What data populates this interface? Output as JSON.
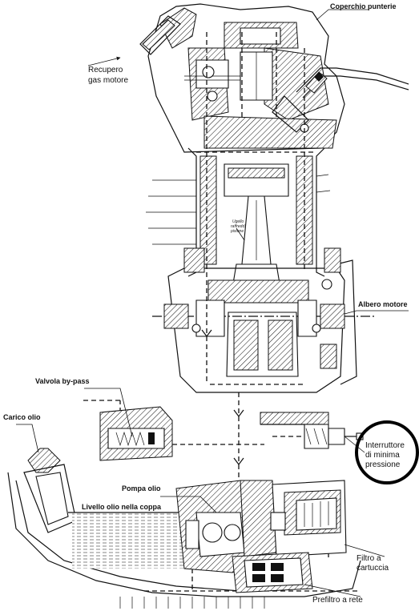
{
  "labels": {
    "coperchio": "Coperchio punterie",
    "recupero_1": "Recupero",
    "recupero_2": "gas motore",
    "ugello_1": "Ugello",
    "ugello_2": "raffredd.",
    "ugello_3": "pistone",
    "albero": "Albero motore",
    "valvola": "Valvola by-pass",
    "carico": "Carico olio",
    "interruttore_1": "Interruttore",
    "interruttore_2": "di minima",
    "interruttore_3": "pressione",
    "pompa": "Pompa olio",
    "livello": "Livello olio nella coppa",
    "filtro_1": "Filtro a",
    "filtro_2": "cartuccia",
    "prefiltro": "Prefiltro a rete"
  },
  "colors": {
    "ink": "#111111",
    "background": "#ffffff",
    "highlight_ring": "#000000"
  }
}
